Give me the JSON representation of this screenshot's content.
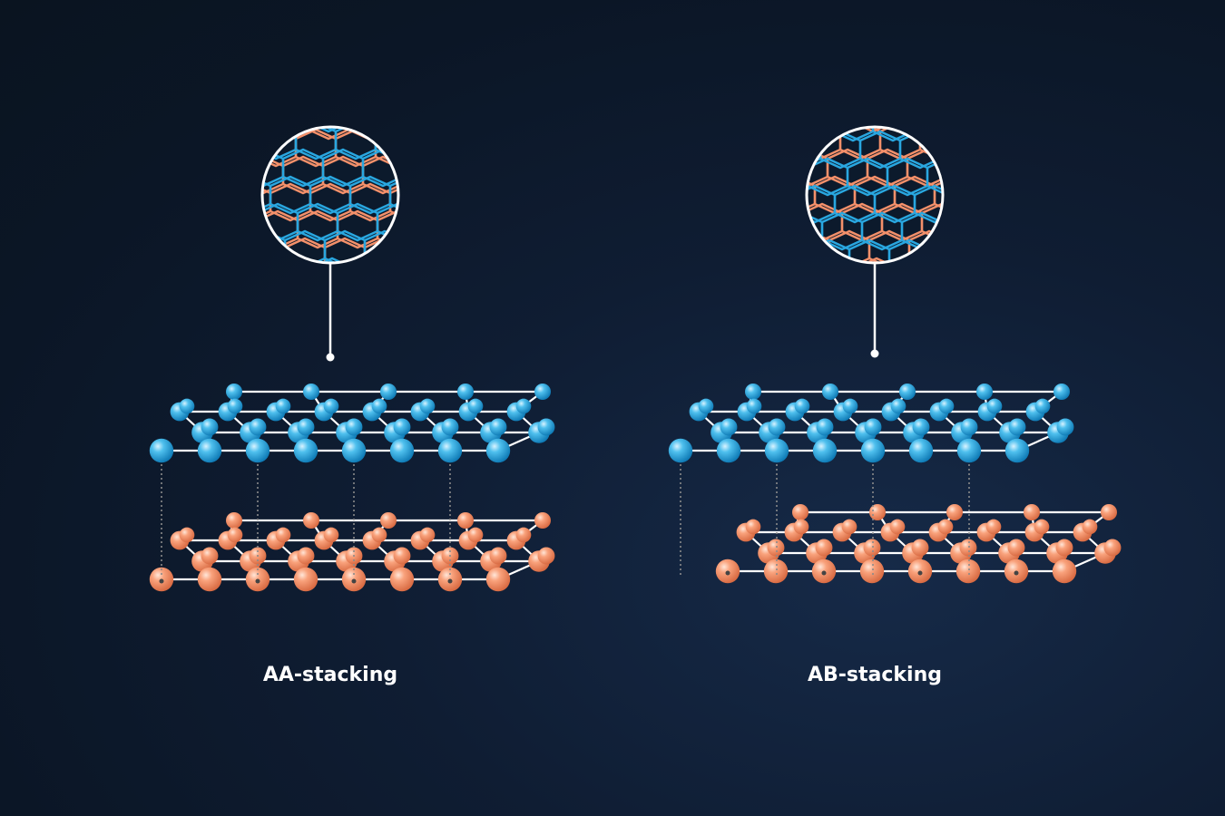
{
  "panels": [
    {
      "id": "aa",
      "label": "AA-stacking",
      "mode": "aligned"
    },
    {
      "id": "ab",
      "label": "AB-stacking",
      "mode": "shifted"
    }
  ],
  "colors": {
    "top_layer": "#29a7e0",
    "bottom_layer": "#f4906a",
    "bond": "#ffffff",
    "callout": "#ffffff"
  }
}
